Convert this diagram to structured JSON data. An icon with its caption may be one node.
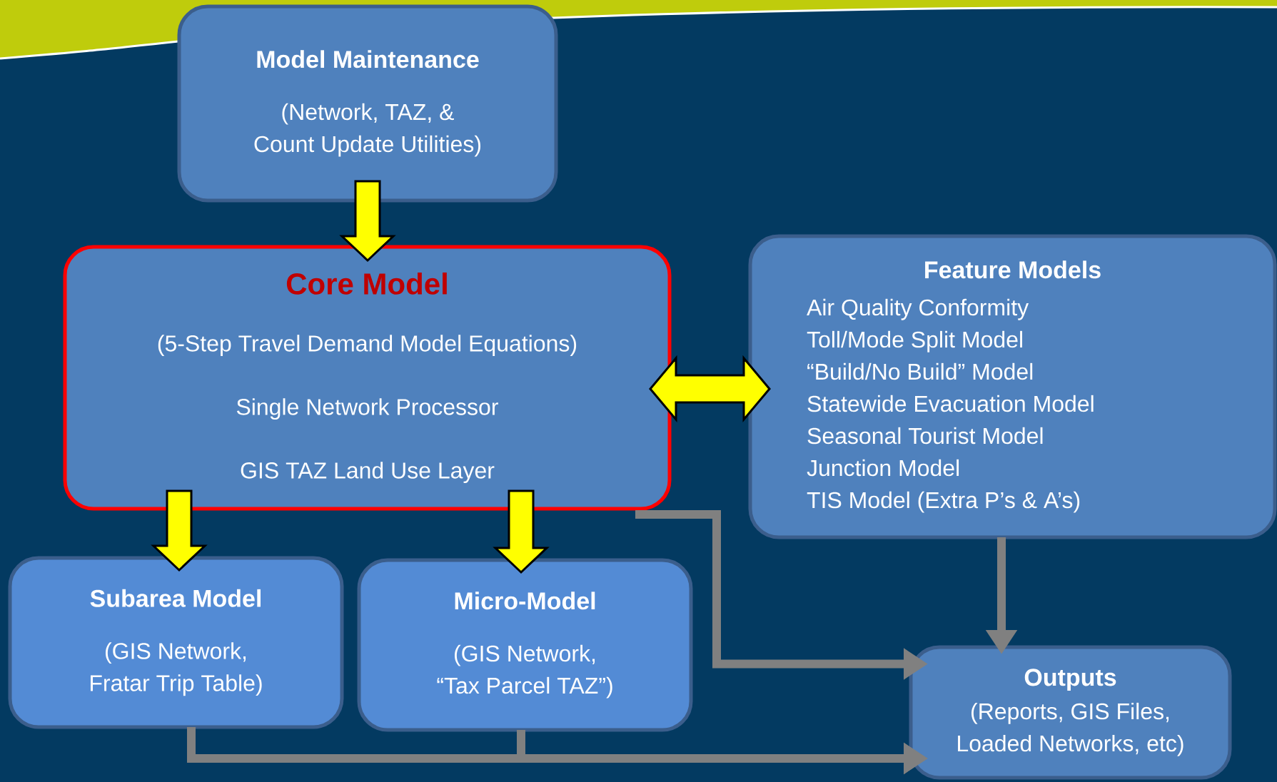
{
  "diagram": {
    "nodes": [
      {
        "text": [
          "Model Maintenance",
          "(Network, TAZ, & Count Update Utilities)"
        ]
      },
      {
        "text": [
          "Core Model",
          "(5-Step Travel Demand Model Equations)",
          "Single Network Processor",
          "GIS TAZ Land Use Layer"
        ]
      },
      {
        "text": [
          "Feature Models",
          "Air Quality Conformity",
          "Toll/Mode Split Model",
          "“Build/No Build” Model",
          "Statewide Evacuation Model",
          "Seasonal Tourist Model",
          "Junction Model",
          "TIS Model (Extra P’s & A’s)"
        ]
      },
      {
        "text": [
          "Subarea Model",
          "(GIS Network, Fratar Trip Table)"
        ]
      },
      {
        "text": [
          "Micro-Model",
          "(GIS Network, “Tax Parcel TAZ”)"
        ]
      },
      {
        "text": [
          "Outputs",
          "(Reports, GIS Files, Loaded Networks, etc)"
        ]
      }
    ],
    "edges": [
      {
        "from": 0,
        "to": 1,
        "arrow": "to"
      },
      {
        "from": 1,
        "to": 2,
        "arrow": "both"
      },
      {
        "from": 1,
        "to": 3,
        "arrow": "to"
      },
      {
        "from": 1,
        "to": 4,
        "arrow": "to"
      },
      {
        "from": 1,
        "to": 5,
        "arrow": "to",
        "color": "#808080"
      },
      {
        "from": 2,
        "to": 5,
        "arrow": "to",
        "color": "#808080"
      },
      {
        "from": 3,
        "to": 5,
        "arrow": "to",
        "color": "#808080"
      },
      {
        "from": 4,
        "to": 5,
        "arrow": "to",
        "color": "#808080"
      }
    ]
  }
}
